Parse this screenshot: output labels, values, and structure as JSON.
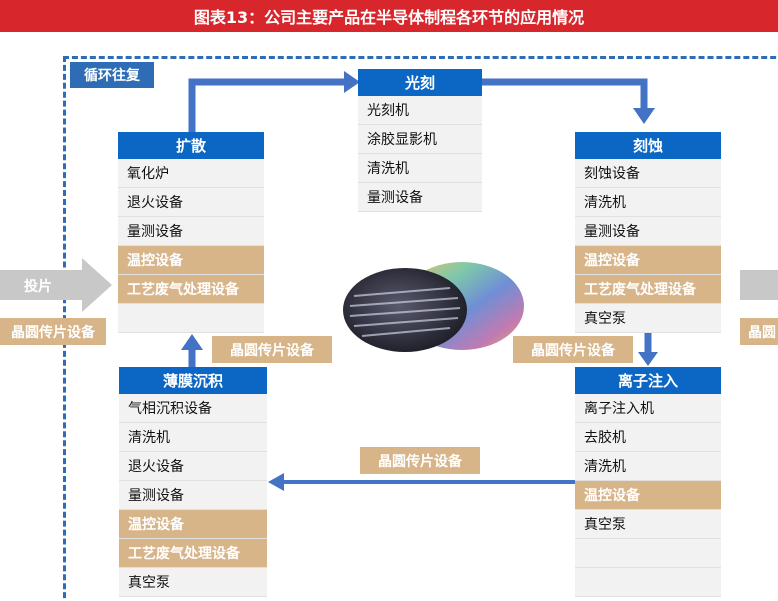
{
  "title": "图表13：公司主要产品在半导体制程各环节的应用情况",
  "loop_label": "循环往复",
  "left_input": {
    "label": "投片",
    "transfer": "晶圆传片设备"
  },
  "right_output": {
    "label": "",
    "transfer": "晶圆"
  },
  "stages": {
    "lithography": {
      "title": "光刻",
      "items": [
        "光刻机",
        "涂胶显影机",
        "清洗机",
        "量测设备"
      ]
    },
    "diffusion": {
      "title": "扩散",
      "items": [
        "氧化炉",
        "退火设备",
        "量测设备",
        "温控设备",
        "工艺废气处理设备",
        ""
      ]
    },
    "etching": {
      "title": "刻蚀",
      "items": [
        "刻蚀设备",
        "清洗机",
        "量测设备",
        "温控设备",
        "工艺废气处理设备",
        "真空泵"
      ]
    },
    "deposition": {
      "title": "薄膜沉积",
      "items": [
        "气相沉积设备",
        "清洗机",
        "退火设备",
        "量测设备",
        "温控设备",
        "工艺废气处理设备",
        "真空泵"
      ]
    },
    "implant": {
      "title": "离子注入",
      "items": [
        "离子注入机",
        "去胶机",
        "清洗机",
        "温控设备",
        "真空泵",
        "",
        ""
      ]
    }
  },
  "transfer_tags": {
    "deposition_to_diffusion": "晶圆传片设备",
    "etch_to_implant": "晶圆传片设备",
    "implant_to_deposition": "晶圆传片设备"
  },
  "colors": {
    "title_bg": "#d7262c",
    "stage_head": "#0b66c4",
    "highlight": "#d8b489",
    "arrow": "#4472c4",
    "frame": "#2e6db5"
  }
}
